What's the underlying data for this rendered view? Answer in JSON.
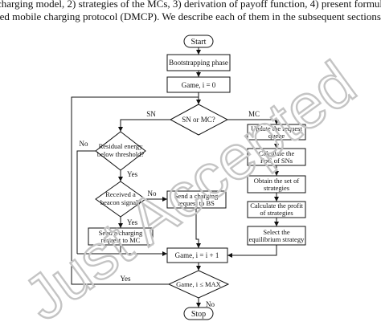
{
  "header_text": {
    "line1": "charging model, 2) strategies of the MCs, 3) derivation of payoff function, 4) present formulation of g",
    "line2": "ted mobile charging protocol (DMCP). We describe each of them in the subsequent sections as f"
  },
  "watermark": "Just Accepted",
  "nodes": {
    "start": "Start",
    "bootstrap": "Bootstrapping phase",
    "game_init": "Game, i = 0",
    "sn_or_mc": "SN or MC?",
    "residual_1": "Residual energy",
    "residual_2": "below threshold?",
    "beacon_1": "Received a",
    "beacon_2": "beacon signal?",
    "send_mc_1": "Send a charging",
    "send_mc_2": "request to MC",
    "send_bs_1": "Send a charging",
    "send_bs_2": "request to BS",
    "update_1": "Update the request",
    "update_2": "queue",
    "foc_1": "Calculate the",
    "foc_2": "FoC of SNs",
    "obtain_1": "Obtain the set of",
    "obtain_2": "strategies",
    "profit_1": "Calculate the profit",
    "profit_2": "of strategies",
    "select_1": "Select the",
    "select_2": "equilibrium strategy",
    "game_inc": "Game, i = i + 1",
    "game_check": "Game, i ≤ MAX",
    "stop": "Stop"
  },
  "edge_labels": {
    "sn": "SN",
    "mc": "MC",
    "no_residual": "No",
    "yes_residual": "Yes",
    "no_beacon": "No",
    "yes_beacon": "Yes",
    "yes_loop": "Yes",
    "no_stop": "No"
  },
  "colors": {
    "line": "#111111",
    "watermark": "#c4c4c4",
    "background": "#ffffff"
  }
}
